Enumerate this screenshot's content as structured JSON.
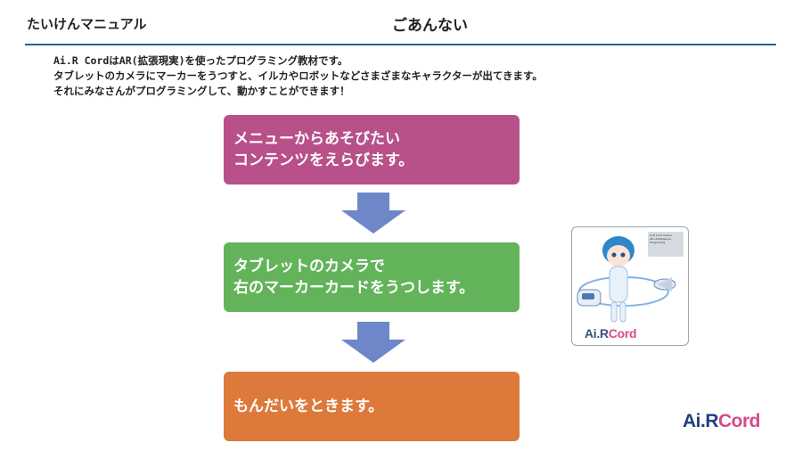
{
  "header": {
    "manual_title": "たいけんマニュアル",
    "section_title": "ごあんない"
  },
  "intro": {
    "lines": [
      "Ai.R CordはAR(拡張現実)を使ったプログラミング教材です。",
      "タブレットのカメラにマーカーをうつすと、イルカやロボットなどさまざまなキャラクターが出てきます。",
      "それにみなさんがプログラミングして、動かすことができます！"
    ]
  },
  "steps": [
    {
      "lines": [
        "メニューからあそびたい",
        "コンテンツをえらびます。"
      ],
      "color": "#b85089"
    },
    {
      "lines": [
        "タブレットのカメラで",
        "右のマーカーカードをうつします。"
      ],
      "color": "#63b35a"
    },
    {
      "lines": [
        "もんだいをときます。"
      ],
      "color": "#dd7a3b"
    }
  ],
  "arrow_color": "#6d87c9",
  "marker_card": {
    "tag_lines": [
      "Ai.R Cord means",
      "AR+Intelligence",
      "Programing"
    ],
    "logo_main": "Ai.R",
    "logo_accent": "Cord"
  },
  "brand_logo": {
    "main": "Ai.R",
    "accent": "Cord"
  },
  "colors": {
    "header_line": "#2e5f8f",
    "logo_blue": "#1f3f80",
    "logo_pink": "#d84a8a"
  }
}
